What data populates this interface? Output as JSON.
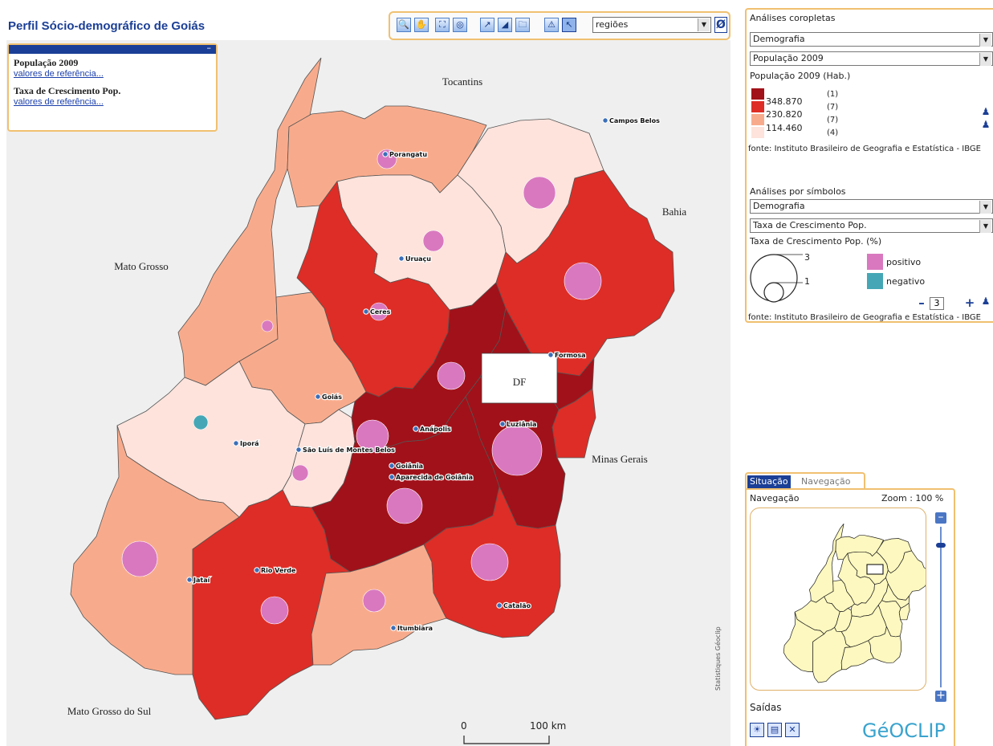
{
  "app": {
    "title": "Perfil Sócio-demográfico de Goiás"
  },
  "toolbar": {
    "buttons": [
      {
        "name": "zoom-in",
        "glyph": "🔍"
      },
      {
        "name": "pan",
        "glyph": "✋"
      },
      {
        "name": "full-extent",
        "glyph": "⛶"
      },
      {
        "name": "identify",
        "glyph": "◎"
      },
      {
        "name": "select",
        "glyph": "↗"
      },
      {
        "name": "select-polygon",
        "glyph": "◢"
      },
      {
        "name": "open-folder",
        "glyph": "🗀"
      },
      {
        "name": "labels-off",
        "glyph": "⚠"
      },
      {
        "name": "labels-on",
        "glyph": "↖"
      }
    ],
    "region_selector_value": "regiões",
    "clear_glyph": "Ø"
  },
  "info_box": {
    "close_glyph": "–",
    "items": [
      {
        "title": "População 2009",
        "link": "valores de referência..."
      },
      {
        "title": "Taxa de Crescimento Pop.",
        "link": "valores de referência..."
      }
    ]
  },
  "map": {
    "neighbors": [
      {
        "name": "Tocantins"
      },
      {
        "name": "Bahia"
      },
      {
        "name": "Mato Grosso"
      },
      {
        "name": "Minas Gerais"
      },
      {
        "name": "Mato Grosso do Sul"
      }
    ],
    "df_label": "DF",
    "cities": [
      "Porangatu",
      "Campos Belos",
      "Uruaçu",
      "Ceres",
      "Formosa",
      "Goiás",
      "Anápolis",
      "Luziânia",
      "Iporá",
      "São Luís de Montes Belos",
      "Goiânia",
      "Aparecida de Goiânia",
      "Rio Verde",
      "Jataí",
      "Catalão",
      "Itumbiara"
    ],
    "scale": {
      "start": "0",
      "end": "100 km"
    },
    "colors": {
      "class1": "#a11119",
      "class2": "#de2d26",
      "class3": "#f8ab8c",
      "class4": "#fde3dc",
      "positive": "#d978bf",
      "negative": "#45a7b5",
      "outside": "#efefef"
    },
    "regions": [
      {
        "name": "norte-oeste",
        "population_class": 3,
        "growth": "positivo"
      },
      {
        "name": "porangatu",
        "population_class": 3,
        "growth": "positivo"
      },
      {
        "name": "nordeste",
        "population_class": 4,
        "growth": "positivo"
      },
      {
        "name": "uruacu",
        "population_class": 4,
        "growth": "positivo"
      },
      {
        "name": "leste",
        "population_class": 2,
        "growth": "positivo"
      },
      {
        "name": "ceres",
        "population_class": 2,
        "growth": "positivo"
      },
      {
        "name": "oeste",
        "population_class": 3,
        "growth": "positivo"
      },
      {
        "name": "ipora",
        "population_class": 4,
        "growth": "negativo"
      },
      {
        "name": "sao-luis",
        "population_class": 4,
        "growth": "positivo"
      },
      {
        "name": "anapolis",
        "population_class": 1,
        "growth": "positivo"
      },
      {
        "name": "goiania",
        "population_class": 1,
        "growth": "positivo"
      },
      {
        "name": "entorno-norte",
        "population_class": 1,
        "growth": "positivo"
      },
      {
        "name": "entorno-sul",
        "population_class": 1,
        "growth": "positivo"
      },
      {
        "name": "formosa",
        "population_class": 2,
        "growth": "positivo"
      },
      {
        "name": "sudoeste",
        "population_class": 3,
        "growth": "positivo"
      },
      {
        "name": "rio-verde",
        "population_class": 2,
        "growth": "positivo"
      },
      {
        "name": "sul",
        "population_class": 3,
        "growth": "positivo"
      },
      {
        "name": "sudeste",
        "population_class": 2,
        "growth": "positivo"
      }
    ]
  },
  "choropleth": {
    "section_label": "Análises coropletas",
    "theme_value": "Demografia",
    "indicator_value": "População 2009",
    "legend_title": "População 2009 (Hab.)",
    "classes": [
      {
        "value": "348.870",
        "count": "(1)"
      },
      {
        "value": "230.820",
        "count": "(7)"
      },
      {
        "value": "114.460",
        "count": "(7)"
      },
      {
        "value": "",
        "count": "(4)"
      }
    ],
    "source": "fonte: Instituto Brasileiro de Geografia e Estatística - IBGE"
  },
  "symbols": {
    "section_label": "Análises por símbolos",
    "theme_value": "Demografia",
    "indicator_value": "Taxa de Crescimento Pop.",
    "legend_title": "Taxa de Crescimento Pop. (%)",
    "size_large": "3",
    "size_small": "1",
    "positive_label": "positivo",
    "negative_label": "negativo",
    "size_input_value": "3",
    "source": "fonte: Instituto Brasileiro de Geografia e Estatística - IBGE"
  },
  "navigation": {
    "tab_situacao": "Situação",
    "tab_navegacao": "Navegação",
    "title": "Navegação",
    "zoom_text": "Zoom : 100 %",
    "outputs_label": "Saídas",
    "brand": "GéOCLIP",
    "credit": "Statistiques Géoclip"
  }
}
